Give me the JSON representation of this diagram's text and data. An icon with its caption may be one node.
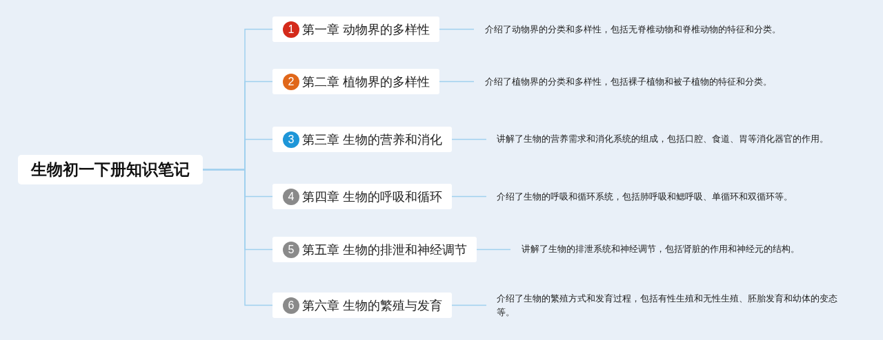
{
  "diagram": {
    "nodes": [
      {
        "text": [
          "生物初一下册知识笔记"
        ]
      },
      {
        "text": [
          "1",
          "第一章 动物界的多样性"
        ]
      },
      {
        "text": [
          "2",
          "第二章 植物界的多样性"
        ]
      },
      {
        "text": [
          "3",
          "第三章 生物的营养和消化"
        ]
      },
      {
        "text": [
          "4",
          "第四章 生物的呼吸和循环"
        ]
      },
      {
        "text": [
          "5",
          "第五章 生物的排泄和神经调节"
        ]
      },
      {
        "text": [
          "6",
          "第六章 生物的繁殖与发育"
        ]
      },
      {
        "text": [
          "介绍了动物界的分类和多样性，包括无脊椎动物和脊椎动物的特征和分类。"
        ]
      },
      {
        "text": [
          "介绍了植物界的分类和多样性，包括裸子植物和被子植物的特征和分类。"
        ]
      },
      {
        "text": [
          "讲解了生物的营养需求和消化系统的组成，包括口腔、食道、胃等消化器官的作用。"
        ]
      },
      {
        "text": [
          "介绍了生物的呼吸和循环系统，包括肺呼吸和鳃呼吸、单循环和双循环等。"
        ]
      },
      {
        "text": [
          "讲解了生物的排泄系统和神经调节，包括肾脏的作用和神经元的结构。"
        ]
      },
      {
        "text": [
          "介绍了生物的繁殖方式和发育过程，包括有性生殖和无性生殖、胚胎发育和幼体的变态等。"
        ]
      }
    ],
    "edges": [
      {
        "from": 0,
        "to": 1,
        "arrow": "none"
      },
      {
        "from": 0,
        "to": 2,
        "arrow": "none"
      },
      {
        "from": 0,
        "to": 3,
        "arrow": "none"
      },
      {
        "from": 0,
        "to": 4,
        "arrow": "none"
      },
      {
        "from": 0,
        "to": 5,
        "arrow": "none"
      },
      {
        "from": 0,
        "to": 6,
        "arrow": "none"
      },
      {
        "from": 1,
        "to": 7,
        "arrow": "none"
      },
      {
        "from": 2,
        "to": 8,
        "arrow": "none"
      },
      {
        "from": 3,
        "to": 9,
        "arrow": "none"
      },
      {
        "from": 4,
        "to": 10,
        "arrow": "none"
      },
      {
        "from": 5,
        "to": 11,
        "arrow": "none"
      },
      {
        "from": 6,
        "to": 12,
        "arrow": "none"
      }
    ]
  }
}
